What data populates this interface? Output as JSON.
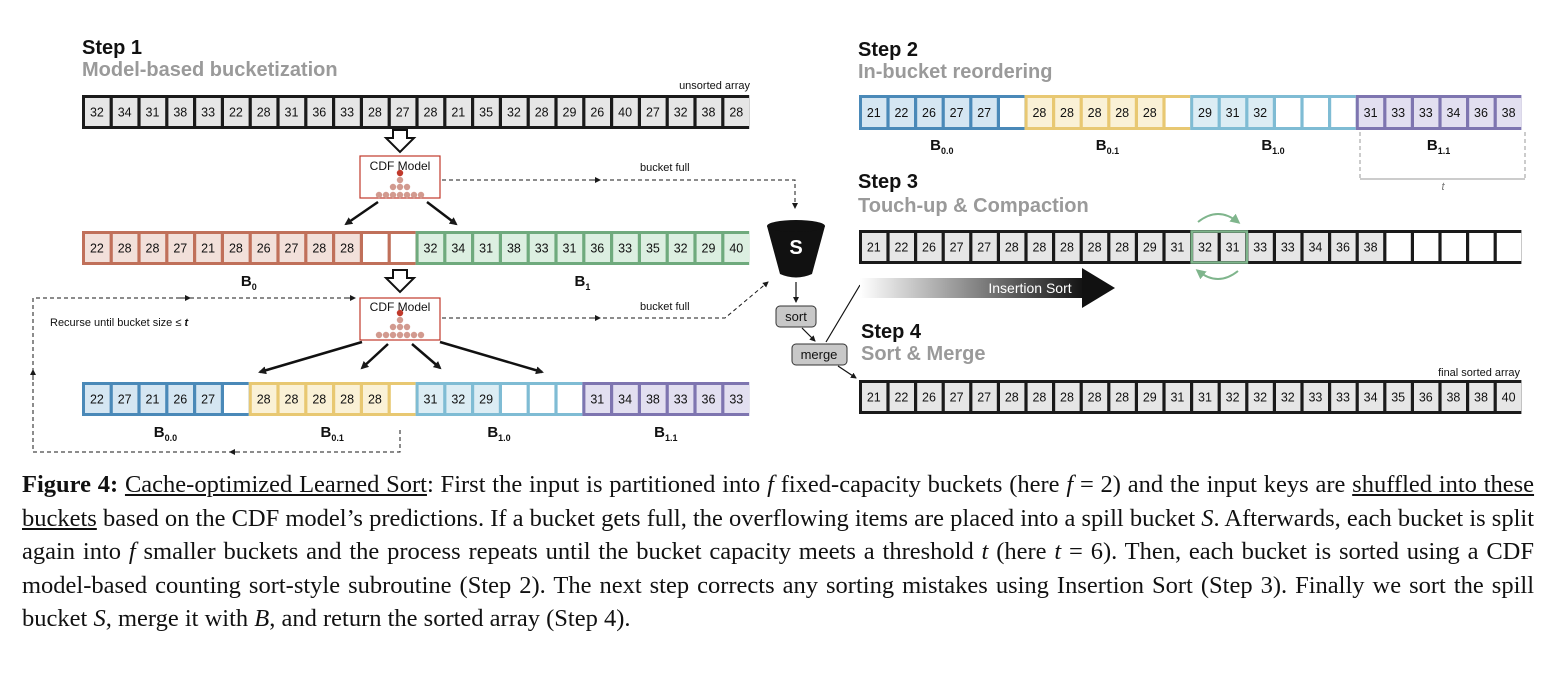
{
  "step1": {
    "title": "Step 1",
    "subtitle": "Model-based bucketization",
    "unsorted_label": "unsorted array",
    "unsorted": [
      "32",
      "34",
      "31",
      "38",
      "33",
      "22",
      "28",
      "31",
      "36",
      "33",
      "28",
      "27",
      "28",
      "21",
      "35",
      "32",
      "28",
      "29",
      "26",
      "40",
      "27",
      "32",
      "38",
      "28"
    ],
    "model_label": "CDF Model",
    "bucket_full": "bucket full",
    "recurse_note": "Recurse until bucket size ≤ ",
    "recurse_t": "t",
    "level1": [
      {
        "name": "B",
        "sub": "0",
        "color": "#c0705a",
        "fill": "#f2e0da",
        "cells": [
          "22",
          "28",
          "28",
          "27",
          "21",
          "28",
          "26",
          "27",
          "28",
          "28",
          "",
          ""
        ]
      },
      {
        "name": "B",
        "sub": "1",
        "color": "#6faa7d",
        "fill": "#dcefe1",
        "cells": [
          "32",
          "34",
          "31",
          "38",
          "33",
          "31",
          "36",
          "33",
          "35",
          "32",
          "29",
          "40"
        ]
      }
    ],
    "level2": [
      {
        "name": "B",
        "sub": "0.0",
        "color": "#4a89b8",
        "fill": "#d5e6f2",
        "cells": [
          "22",
          "27",
          "21",
          "26",
          "27",
          ""
        ]
      },
      {
        "name": "B",
        "sub": "0.1",
        "color": "#e8c872",
        "fill": "#faf1d6",
        "cells": [
          "28",
          "28",
          "28",
          "28",
          "28",
          ""
        ]
      },
      {
        "name": "B",
        "sub": "1.0",
        "color": "#7fbcd4",
        "fill": "#dcedf4",
        "cells": [
          "31",
          "32",
          "29",
          "",
          "",
          ""
        ]
      },
      {
        "name": "B",
        "sub": "1.1",
        "color": "#7e75b0",
        "fill": "#e2dff0",
        "cells": [
          "31",
          "34",
          "38",
          "33",
          "36",
          "33"
        ]
      }
    ]
  },
  "spill": {
    "label": "S",
    "sort": "sort",
    "merge": "merge"
  },
  "step2": {
    "title": "Step 2",
    "subtitle": "In-bucket reordering",
    "t_label": "t",
    "buckets": [
      {
        "name": "B",
        "sub": "0.0",
        "color": "#4a89b8",
        "fill": "#d5e6f2",
        "cells": [
          "21",
          "22",
          "26",
          "27",
          "27",
          ""
        ]
      },
      {
        "name": "B",
        "sub": "0.1",
        "color": "#e8c872",
        "fill": "#faf1d6",
        "cells": [
          "28",
          "28",
          "28",
          "28",
          "28",
          ""
        ]
      },
      {
        "name": "B",
        "sub": "1.0",
        "color": "#7fbcd4",
        "fill": "#dcedf4",
        "cells": [
          "29",
          "31",
          "32",
          "",
          "",
          ""
        ]
      },
      {
        "name": "B",
        "sub": "1.1",
        "color": "#7e75b0",
        "fill": "#e2dff0",
        "cells": [
          "31",
          "33",
          "33",
          "34",
          "36",
          "38"
        ]
      }
    ]
  },
  "step3": {
    "title": "Step 3",
    "subtitle": "Touch-up & Compaction",
    "insertion": "Insertion Sort",
    "cells": [
      "21",
      "22",
      "26",
      "27",
      "27",
      "28",
      "28",
      "28",
      "28",
      "28",
      "29",
      "31",
      "32",
      "31",
      "33",
      "33",
      "34",
      "36",
      "38",
      "",
      "",
      "",
      "",
      ""
    ],
    "swap_color": "#7fb58c"
  },
  "step4": {
    "title": "Step 4",
    "subtitle": "Sort & Merge",
    "final_label": "final sorted array",
    "cells": [
      "21",
      "22",
      "26",
      "27",
      "27",
      "28",
      "28",
      "28",
      "28",
      "28",
      "29",
      "31",
      "31",
      "32",
      "32",
      "32",
      "33",
      "33",
      "34",
      "35",
      "36",
      "38",
      "38",
      "40"
    ]
  },
  "caption": {
    "figure": "Figure 4:",
    "title": "Cache-optimized Learned Sort",
    "p1": ": First the input is partitioned into ",
    "f1": "f",
    "p2": " fixed-capacity buckets (here ",
    "f2": "f",
    "p3": " = 2) and the input keys are ",
    "underlined2": "shuffled into these buckets",
    "p4": " based on the CDF model’s predictions. If a bucket gets full, the overflowing items are placed into a spill bucket ",
    "s1": "S",
    "p5": ". Afterwards, each bucket is split again into ",
    "f3": "f",
    "p6": " smaller buckets and the process repeats until the bucket capacity meets a threshold ",
    "t1": "t",
    "p7": " (here ",
    "t2": "t",
    "p8": " = 6). Then, each bucket is sorted using a CDF model-based counting sort-style subroutine (Step 2). The next step corrects any sorting mistakes using Insertion Sort (Step 3). Finally we sort the spill bucket ",
    "s2": "S",
    "p9": ", merge it with ",
    "b1": "B",
    "p10": ", and return the sorted array (Step 4)."
  },
  "colors": {
    "frame": "#1a1a1a",
    "cell": "#e6e6e6",
    "title_gray": "#9a9a9a",
    "model_red": "#c0392b",
    "dot": "#d29a8f",
    "tag_fill": "#c8c8c8"
  }
}
